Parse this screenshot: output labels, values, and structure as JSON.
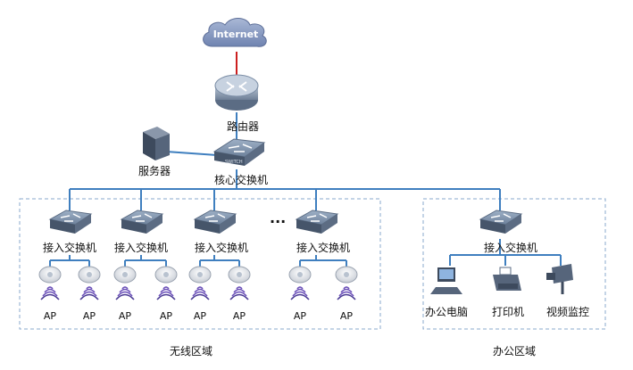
{
  "colors": {
    "link": "#3f7fbf",
    "wan": "#cc1f1f",
    "zone_border": "#8aa9cc",
    "device": "#6b7b8f"
  },
  "cloud": {
    "label": "Internet",
    "icon": "cloud-icon"
  },
  "router": {
    "label": "路由器",
    "icon": "router-icon"
  },
  "server": {
    "label": "服务器",
    "icon": "server-icon"
  },
  "core_switch": {
    "label": "核心交换机",
    "badge": "SWITCH",
    "icon": "switch-icon"
  },
  "ellipsis": "···",
  "wireless_zone": {
    "label": "无线区域",
    "access_switches": [
      {
        "label": "接入交换机",
        "aps": [
          "AP",
          "AP"
        ]
      },
      {
        "label": "接入交换机",
        "aps": [
          "AP",
          "AP"
        ]
      },
      {
        "label": "接入交换机",
        "aps": [
          "AP",
          "AP"
        ]
      },
      {
        "label": "接入交换机",
        "aps": [
          "AP",
          "AP"
        ]
      }
    ]
  },
  "office_zone": {
    "label": "办公区域",
    "access_switch": {
      "label": "接入交换机"
    },
    "devices": [
      {
        "label": "办公电脑",
        "icon": "computer-icon"
      },
      {
        "label": "打印机",
        "icon": "printer-icon"
      },
      {
        "label": "视频监控",
        "icon": "camera-icon"
      }
    ]
  }
}
